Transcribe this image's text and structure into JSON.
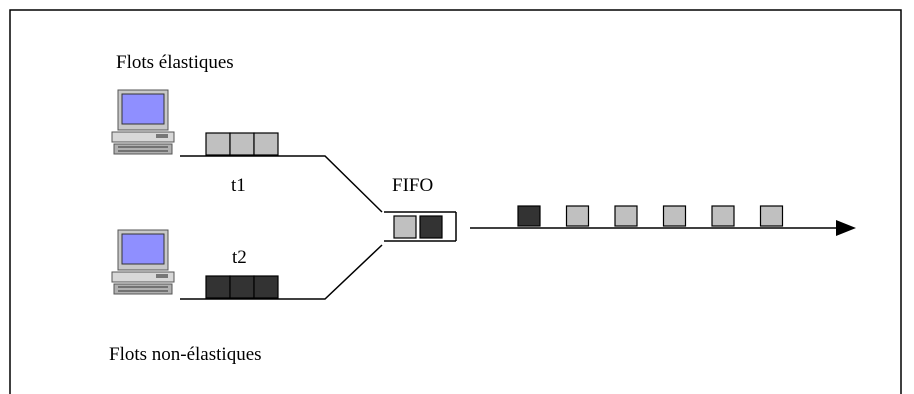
{
  "labels": {
    "elastic_flows": "Flots élastiques",
    "nonelastic_flows": "Flots non-élastiques",
    "t1": "t1",
    "t2": "t2",
    "fifo": "FIFO"
  },
  "packets": {
    "flow_t1": [
      "light",
      "light",
      "light"
    ],
    "flow_t2": [
      "dark",
      "dark",
      "dark"
    ],
    "fifo_queue": [
      "light",
      "dark"
    ],
    "output_link": [
      "dark",
      "light",
      "light",
      "light",
      "light",
      "light"
    ]
  },
  "colors": {
    "light_packet": "#c0c0c0",
    "dark_packet": "#333333",
    "line": "#000000",
    "monitor_screen": "#8f8fff",
    "computer_body": "#c8c8c8"
  },
  "icons": [
    "computer-icon",
    "computer-icon"
  ]
}
